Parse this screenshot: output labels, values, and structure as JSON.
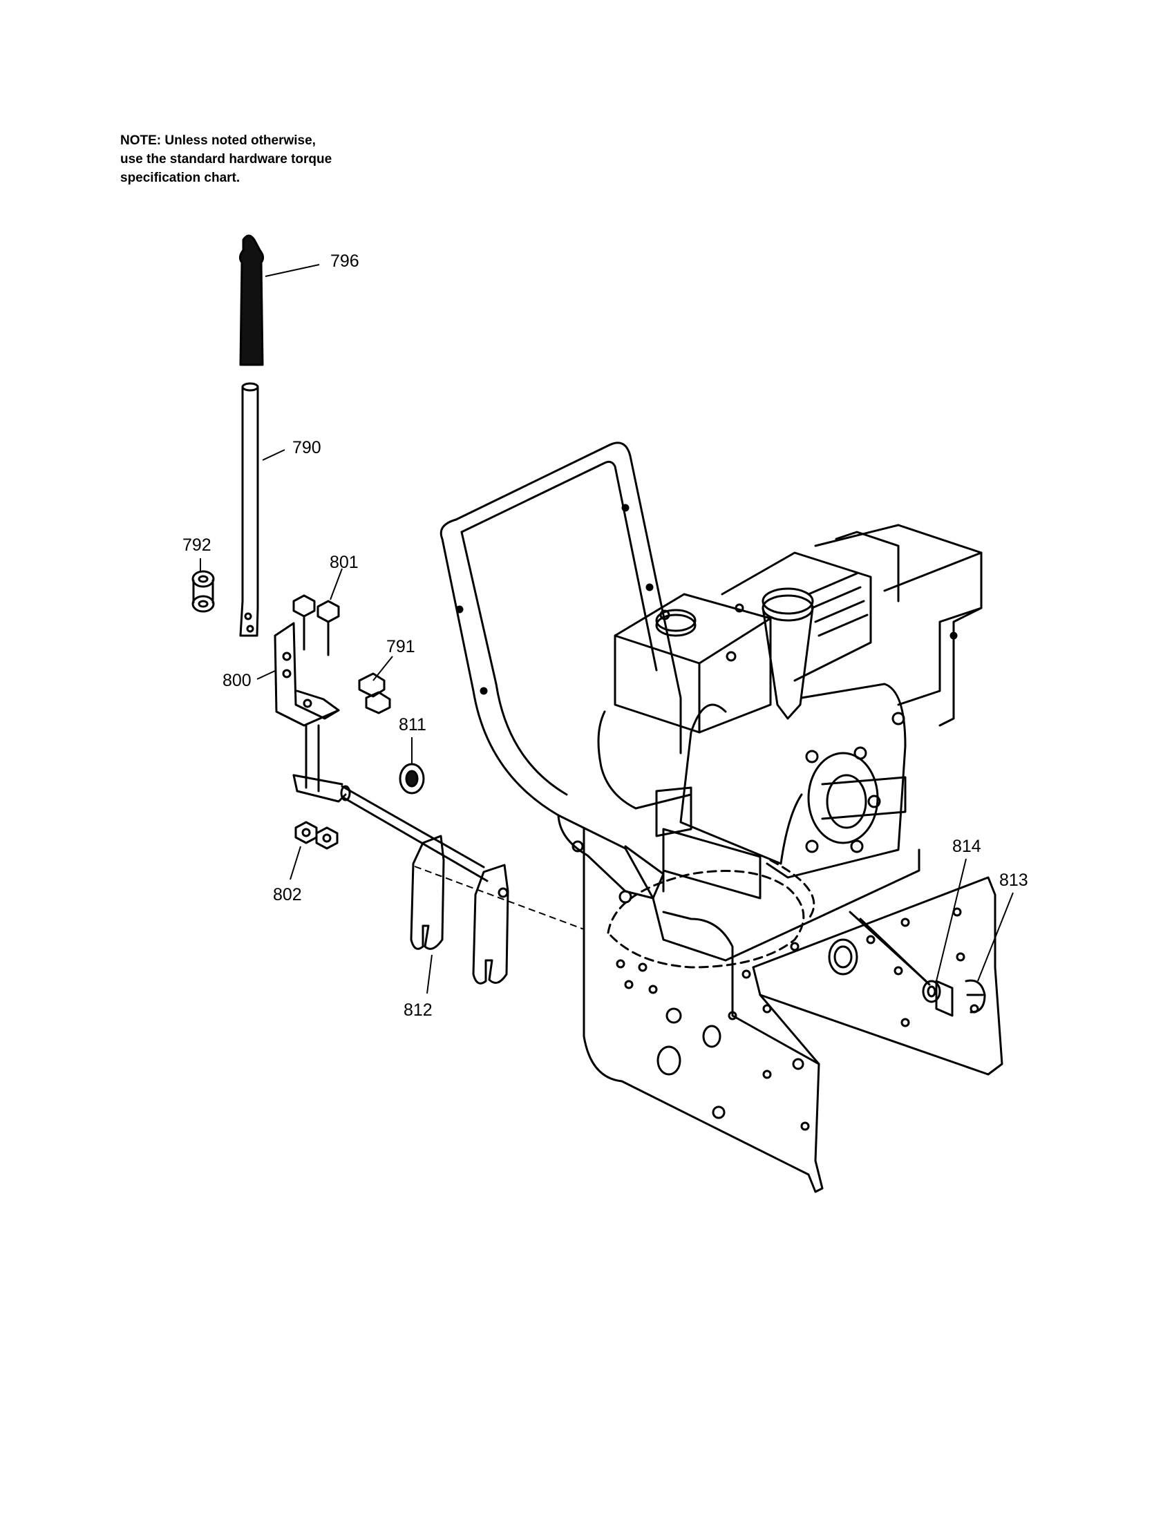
{
  "note": {
    "line1": "NOTE: Unless noted otherwise,",
    "line2": "use the standard hardware torque",
    "line3": "specification chart."
  },
  "callouts": {
    "p796": "796",
    "p790": "790",
    "p792": "792",
    "p801": "801",
    "p791": "791",
    "p800": "800",
    "p811": "811",
    "p802": "802",
    "p812": "812",
    "p814": "814",
    "p813": "813"
  }
}
